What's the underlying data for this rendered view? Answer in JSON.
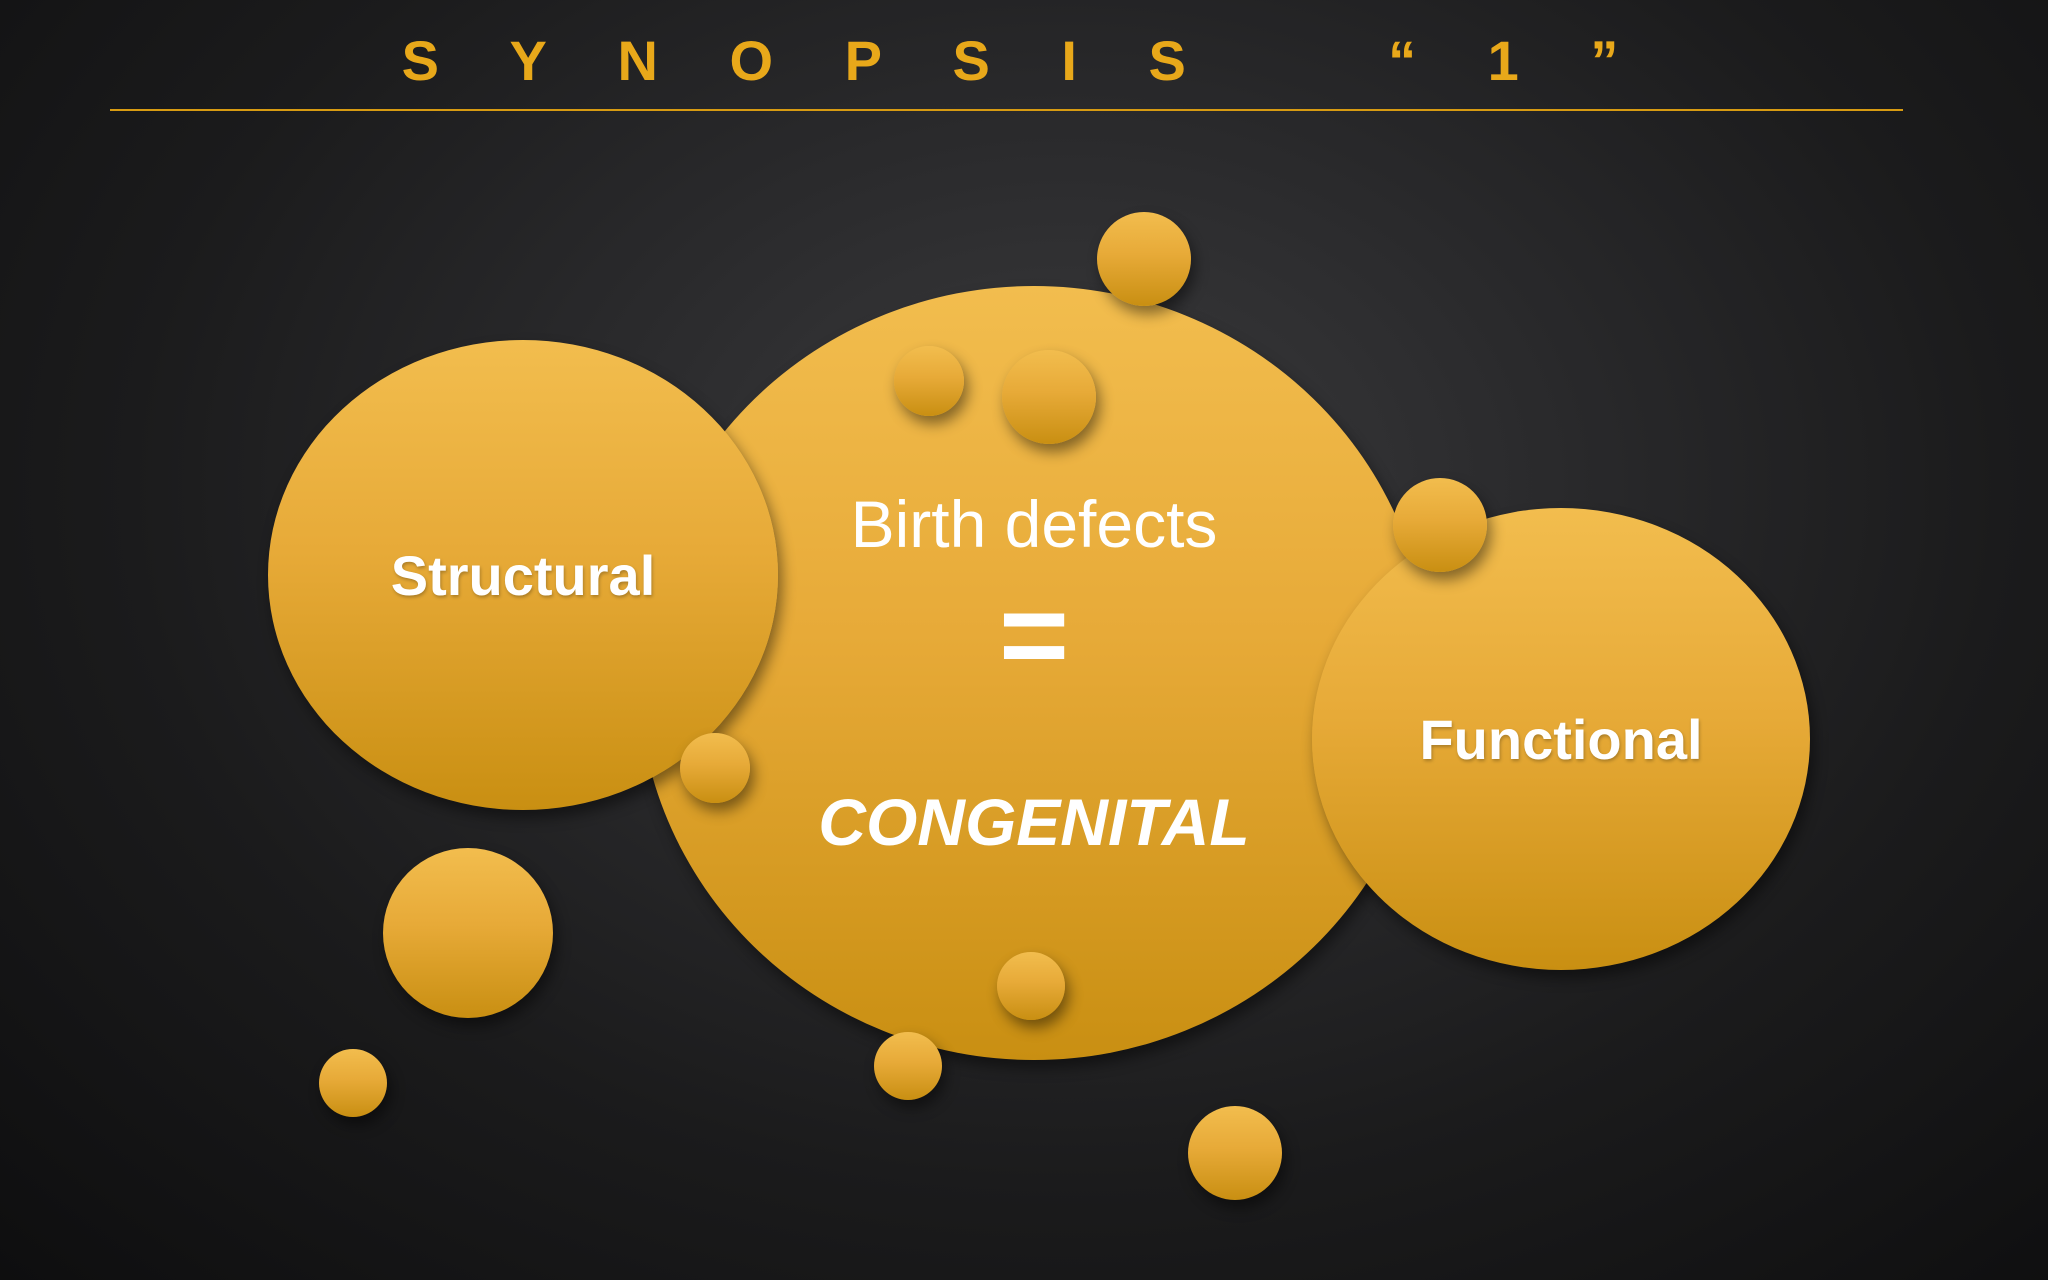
{
  "title": "S Y N O P S I S    “ 1 ”",
  "diagram": {
    "center": {
      "line1": "Birth defects",
      "equals": "=",
      "line2": "CONGENITAL"
    },
    "left": {
      "label": "Structural"
    },
    "right": {
      "label": "Functional"
    }
  },
  "colors": {
    "accent": "#e8a81a",
    "bubble_top": "#f2bd4e",
    "bubble_bottom": "#c98f12",
    "text": "#ffffff"
  }
}
